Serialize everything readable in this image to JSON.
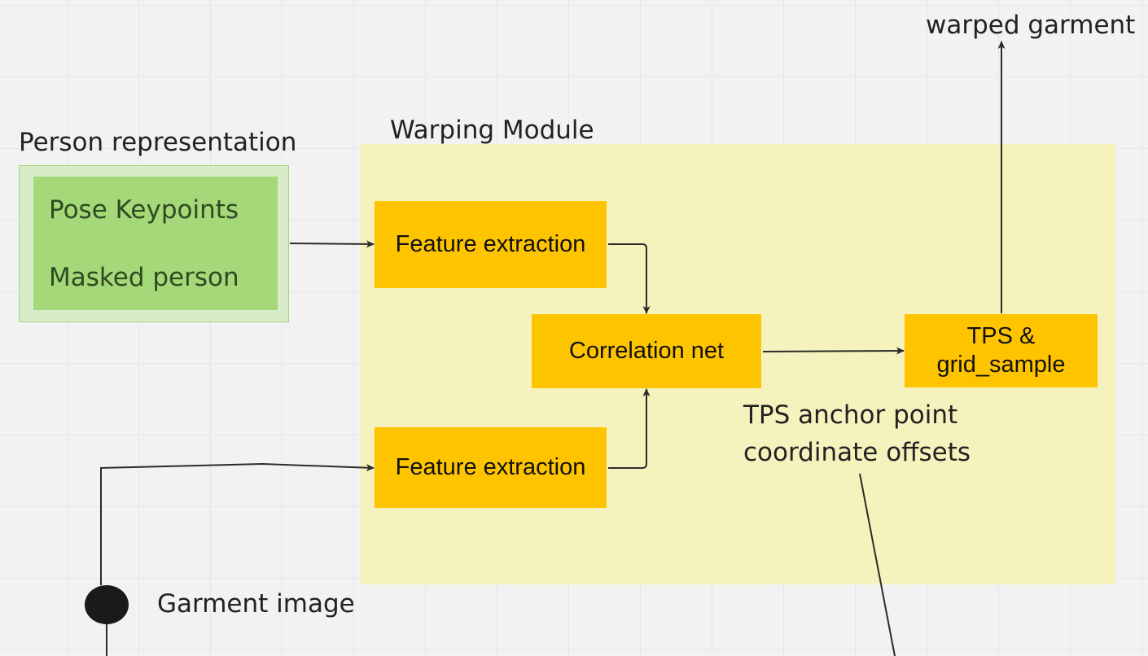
{
  "labels": {
    "output": "warped garment",
    "module": "Warping Module",
    "person_group": "Person representation",
    "garment_input": "Garment image",
    "offsets_line1": "TPS anchor point",
    "offsets_line2": "coordinate offsets"
  },
  "person_inputs": [
    "Pose Keypoints",
    "Masked person"
  ],
  "blocks": {
    "feature_extraction_top": "Feature extraction",
    "feature_extraction_bottom": "Feature extraction",
    "correlation": "Correlation net",
    "tps_line1": "TPS &",
    "tps_line2": "grid_sample"
  },
  "colors": {
    "module_fill": "#f6f2bd",
    "block_fill": "#ffc400",
    "person_outer_fill": "#d9ecc9",
    "person_inner_fill": "#a5d878",
    "person_text": "#2f4a22",
    "connector": "#2b2b2b"
  }
}
